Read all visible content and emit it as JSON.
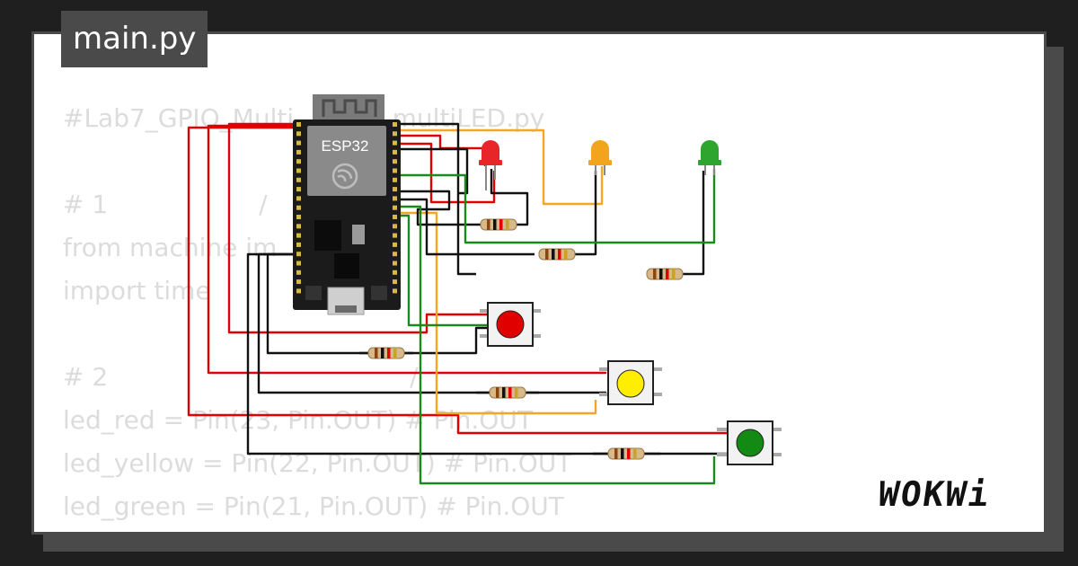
{
  "tab": {
    "label": "main.py"
  },
  "code_lines": [
    "#Lab7_GPIO_Multi     in_multiLED.py",
    "",
    "# 1      /",
    "from machine im",
    "import time",
    "",
    "# 2            /",
    "led_red = Pin(23, Pin.OUT) # Pin.OUT",
    "led_yellow = Pin(22, Pin.OUT) # Pin.OUT",
    "led_green = Pin(21, Pin.OUT) # Pin.OUT"
  ],
  "board": {
    "label": "ESP32"
  },
  "logo": {
    "text": "WOKWi"
  },
  "colors": {
    "wire_red": "#e00000",
    "wire_black": "#111111",
    "wire_orange": "#f5a623",
    "wire_green": "#1a8a1a",
    "led_red": "#e8262a",
    "led_yellow": "#f2a51c",
    "led_green": "#2ea52e",
    "button_red": "#e00000",
    "button_yellow": "#ffee00",
    "button_green": "#138a13"
  }
}
